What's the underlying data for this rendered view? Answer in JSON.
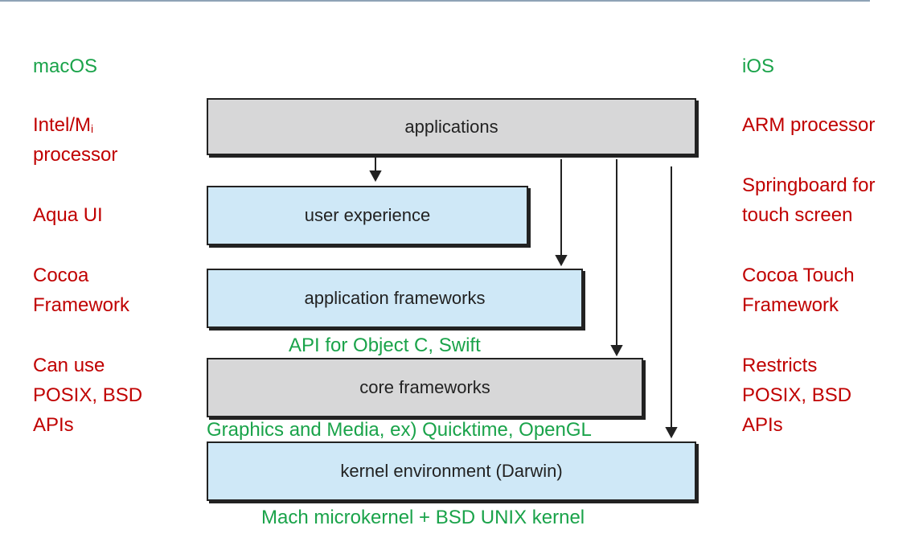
{
  "left": {
    "heading": "macOS",
    "processor": [
      "Intel/M",
      "i",
      "processor"
    ],
    "ui": "Aqua UI",
    "framework": [
      "Cocoa",
      "Framework"
    ],
    "apis": [
      "Can use",
      "POSIX, BSD",
      "APIs"
    ]
  },
  "right": {
    "heading": "iOS",
    "processor": "ARM processor",
    "ui": [
      "Springboard for",
      "touch screen"
    ],
    "framework": [
      "Cocoa Touch",
      "Framework"
    ],
    "apis": [
      "Restricts",
      "POSIX, BSD",
      "APIs"
    ]
  },
  "layers": {
    "applications": "applications",
    "user_experience": "user experience",
    "application_frameworks": "application frameworks",
    "core_frameworks": "core frameworks",
    "kernel": "kernel environment (Darwin)"
  },
  "annotations": {
    "api": "API for Object C, Swift",
    "graphics": "Graphics and Media, ex) Quicktime, OpenGL",
    "mach": "Mach microkernel + BSD UNIX kernel"
  },
  "colors": {
    "green": "#1aa34a",
    "red": "#c00000",
    "gray_box": "#d7d7d8",
    "blue_box": "#cfe8f7"
  }
}
